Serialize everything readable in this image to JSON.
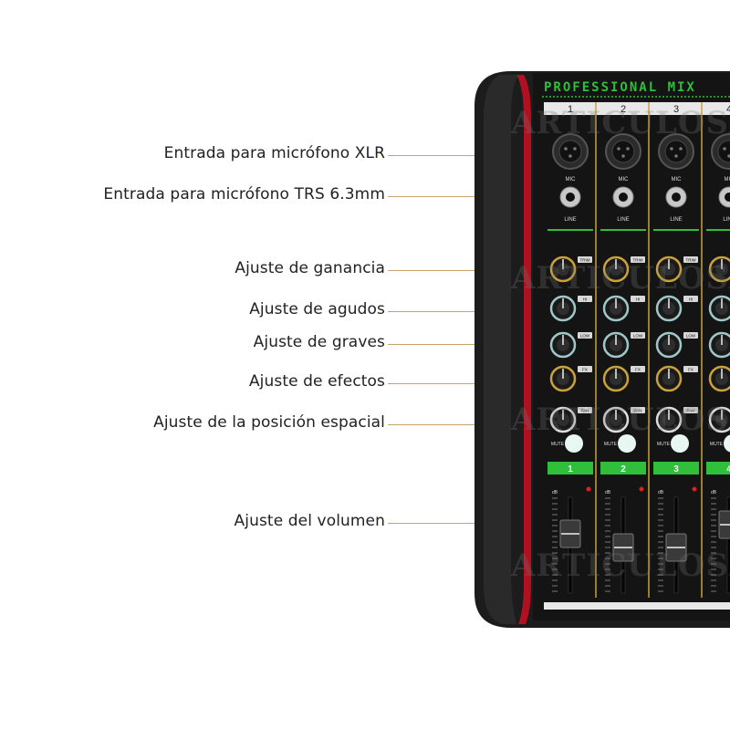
{
  "callouts": [
    {
      "text": "Entrada para micrófono XLR"
    },
    {
      "text": "Entrada para micrófono TRS 6.3mm"
    },
    {
      "text": "Ajuste de ganancia"
    },
    {
      "text": "Ajuste de agudos"
    },
    {
      "text": "Ajuste de graves"
    },
    {
      "text": "Ajuste de efectos"
    },
    {
      "text": "Ajuste de la posición espacial"
    },
    {
      "text": "Ajuste del volumen"
    }
  ],
  "mixer": {
    "title": "PROFESSIONAL MIX",
    "channel_numbers": [
      "1",
      "2",
      "3",
      "4"
    ],
    "mic_label": "MIC",
    "line_label": "LINE",
    "gain_label": "TRIM",
    "treble_label": "HI",
    "bass_label": "LOW",
    "fx_label": "FX",
    "pan_label": "PAN",
    "mute_label": "MUTE",
    "fader_label": "dB",
    "watermark": "ARTICULOSALGARA"
  },
  "colors": {
    "panel": "#141414",
    "frame": "#1f1f1f",
    "red_edge": "#b01020",
    "green": "#2fbf3a",
    "gold": "#c9a23a",
    "leader": "#c9a46a"
  }
}
